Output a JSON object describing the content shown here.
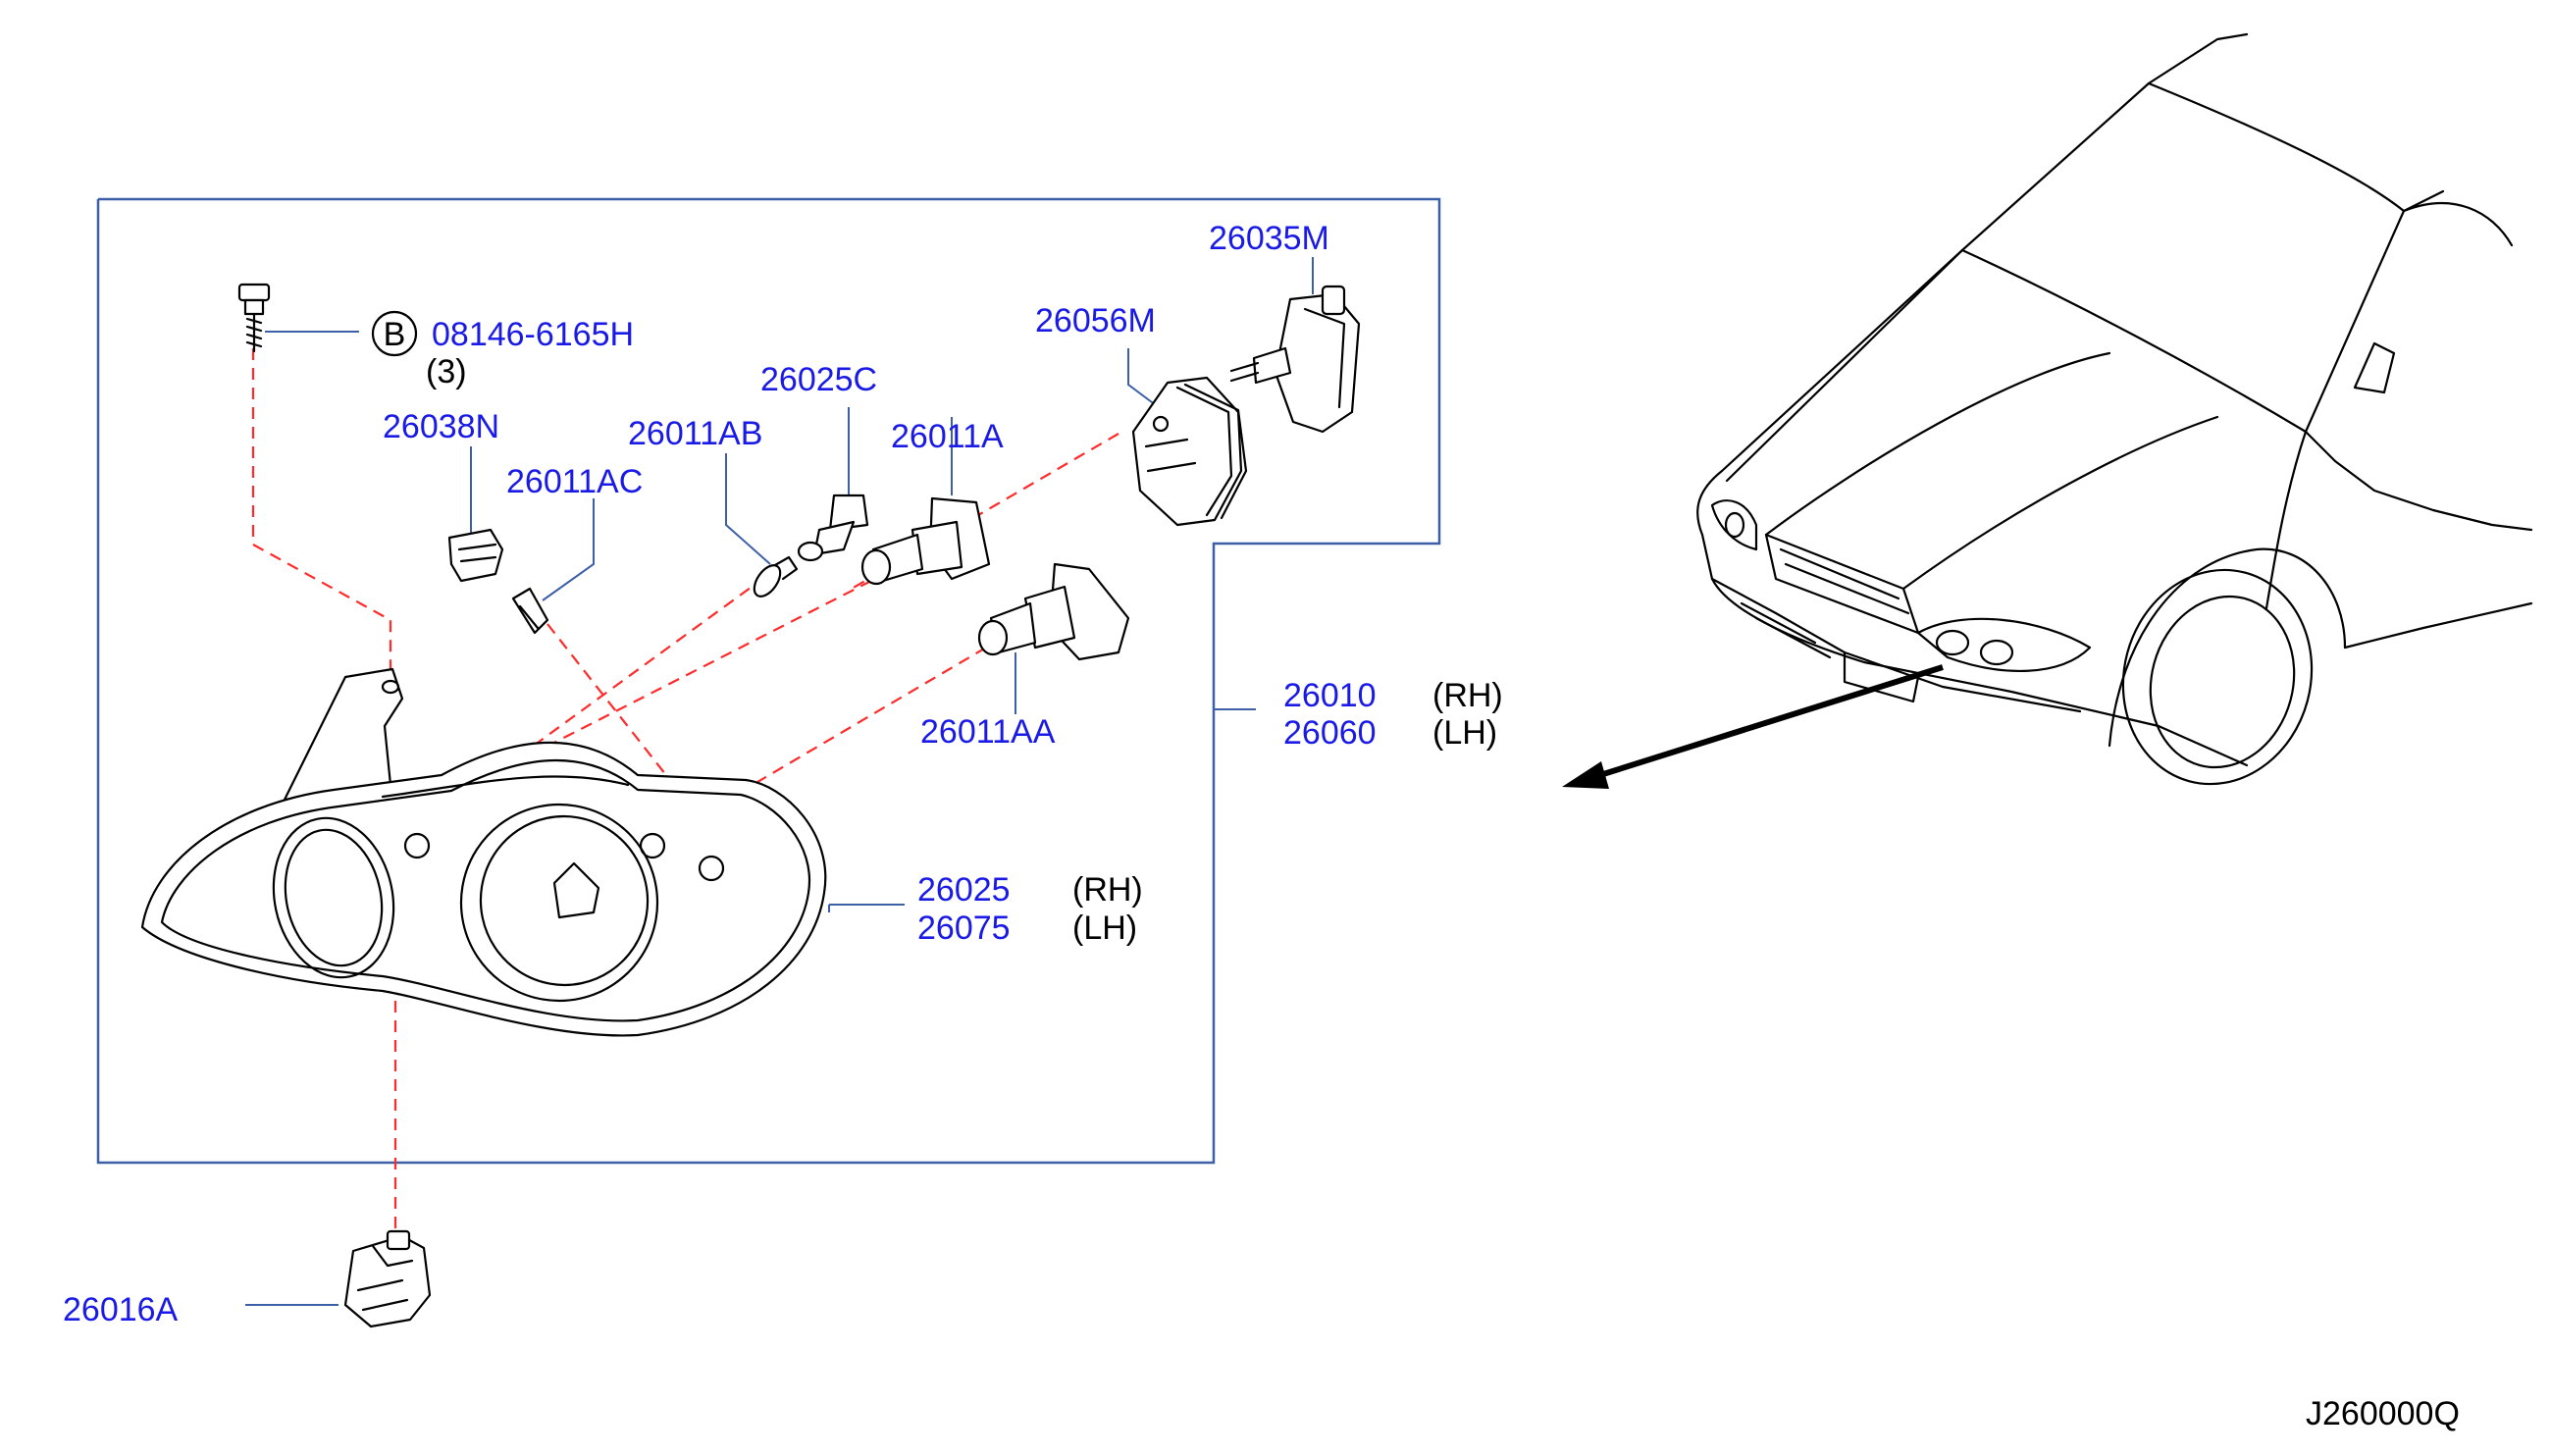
{
  "drawing_code": "J260000Q",
  "bolt": {
    "circle_letter": "B",
    "part_number": "08146-6165H",
    "quantity": "(3)"
  },
  "labels": {
    "p26035M": "26035M",
    "p26056M": "26056M",
    "p26025C": "26025C",
    "p26011A": "26011A",
    "p26011AB": "26011AB",
    "p26038N": "26038N",
    "p26011AC": "26011AC",
    "p26011AA": "26011AA",
    "p26016A": "26016A"
  },
  "assembly": {
    "rh_number": "26010",
    "lh_number": "26060",
    "rh_side": "(RH)",
    "lh_side": "(LH)"
  },
  "lens_housing": {
    "rh_number": "26025",
    "lh_number": "26075",
    "rh_side": "(RH)",
    "lh_side": "(LH)"
  },
  "colors": {
    "part_number": "#1a1ae6",
    "leader": "#3d5fa8",
    "dashed_guide": "#ff2a2a",
    "ink": "#000000"
  }
}
